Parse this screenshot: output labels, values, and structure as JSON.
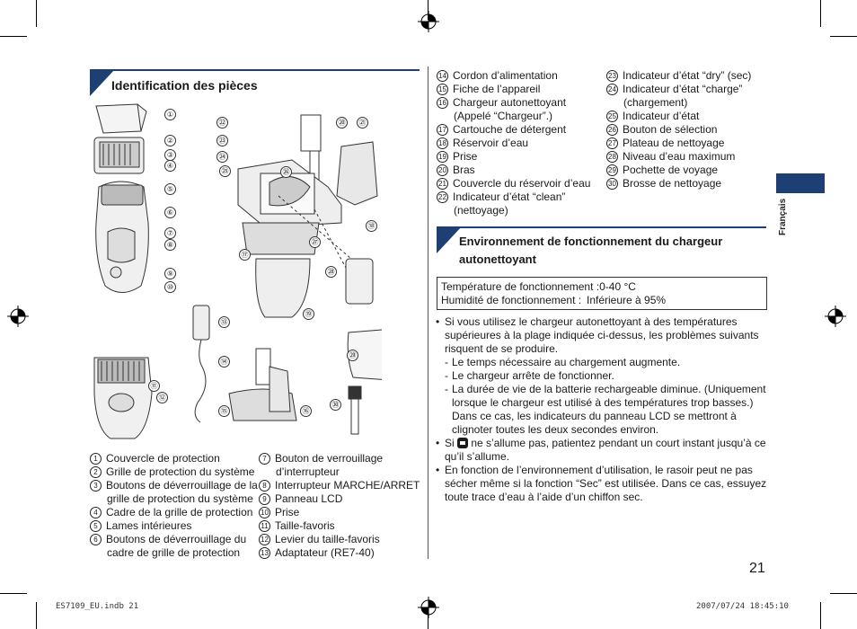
{
  "page": {
    "page_number": "21",
    "language_tab": "Français",
    "accent_color": "#1e3f73",
    "footer_file": "ES7109_EU.indb   21",
    "footer_date": "2007/07/24   18:45:10"
  },
  "identification": {
    "title": "Identification des pièces",
    "figure_callouts": [
      "①",
      "②",
      "③",
      "④",
      "⑤",
      "⑥",
      "⑦",
      "⑧",
      "⑨",
      "⑩",
      "⑪",
      "⑫",
      "⑬",
      "⑭",
      "⑮",
      "⑯",
      "⑰",
      "⑱",
      "⑲",
      "⑳",
      "㉑",
      "㉒",
      "㉓",
      "㉔",
      "㉕",
      "㉖",
      "㉗",
      "㉘",
      "㉙",
      "㉚"
    ],
    "parts_left": [
      {
        "num": "1",
        "lines": [
          "Couvercle de protection"
        ]
      },
      {
        "num": "2",
        "lines": [
          "Grille de protection du système"
        ]
      },
      {
        "num": "3",
        "lines": [
          "Boutons de déverrouillage de la",
          "grille de protection du système"
        ]
      },
      {
        "num": "4",
        "lines": [
          "Cadre de la grille de protection"
        ]
      },
      {
        "num": "5",
        "lines": [
          "Lames intérieures"
        ]
      },
      {
        "num": "6",
        "lines": [
          "Boutons de déverrouillage du",
          "cadre de grille de protection"
        ]
      }
    ],
    "parts_mid": [
      {
        "num": "7",
        "lines": [
          "Bouton de verrouillage",
          "d’interrupteur"
        ]
      },
      {
        "num": "8",
        "lines": [
          "Interrupteur MARCHE/ARRET"
        ]
      },
      {
        "num": "9",
        "lines": [
          "Panneau LCD"
        ]
      },
      {
        "num": "10",
        "lines": [
          "Prise"
        ]
      },
      {
        "num": "11",
        "lines": [
          "Taille-favoris"
        ]
      },
      {
        "num": "12",
        "lines": [
          "Levier du taille-favoris"
        ]
      },
      {
        "num": "13",
        "lines": [
          "Adaptateur (RE7-40)"
        ]
      }
    ],
    "parts_right1": [
      {
        "num": "14",
        "lines": [
          "Cordon d’alimentation"
        ]
      },
      {
        "num": "15",
        "lines": [
          "Fiche de l’appareil"
        ]
      },
      {
        "num": "16",
        "lines": [
          "Chargeur autonettoyant",
          "(Appelé “Chargeur”.)"
        ]
      },
      {
        "num": "17",
        "lines": [
          "Cartouche de détergent"
        ]
      },
      {
        "num": "18",
        "lines": [
          "Réservoir d’eau"
        ]
      },
      {
        "num": "19",
        "lines": [
          "Prise"
        ]
      },
      {
        "num": "20",
        "lines": [
          "Bras"
        ]
      },
      {
        "num": "21",
        "lines": [
          "Couvercle du réservoir d’eau"
        ]
      },
      {
        "num": "22",
        "lines": [
          "Indicateur d’état “clean”",
          "(nettoyage)"
        ]
      }
    ],
    "parts_right2": [
      {
        "num": "23",
        "lines": [
          "Indicateur d’état “dry” (sec)"
        ]
      },
      {
        "num": "24",
        "lines": [
          "Indicateur d’état “charge”",
          "(chargement)"
        ]
      },
      {
        "num": "25",
        "lines": [
          "Indicateur d’état"
        ]
      },
      {
        "num": "26",
        "lines": [
          "Bouton de sélection"
        ]
      },
      {
        "num": "27",
        "lines": [
          "Plateau de nettoyage"
        ]
      },
      {
        "num": "28",
        "lines": [
          "Niveau d’eau maximum"
        ]
      },
      {
        "num": "29",
        "lines": [
          "Pochette de voyage"
        ]
      },
      {
        "num": "30",
        "lines": [
          "Brosse de nettoyage"
        ]
      }
    ]
  },
  "environment": {
    "title_line1": "Environnement de fonctionnement du chargeur",
    "title_line2": "autonettoyant",
    "table_row1": "Température de fonctionnement :0-40 °C",
    "table_row2_label": "Humidité de fonctionnement :",
    "table_row2_value": "Inférieure à 95%",
    "bullet1": "Si vous utilisez le chargeur autonettoyant à des températures supérieures à la plage indiquée ci-dessus, les problèmes suivants risquent de se produire.",
    "sub1": "Le temps nécessaire au chargement augmente.",
    "sub2": "Le chargeur arrête de fonctionner.",
    "sub3": "La durée de vie de la batterie rechargeable diminue. (Uniquement lorsque le chargeur est utilisé à des températures trop basses.) Dans ce cas, les indicateurs du panneau LCD se mettront à clignoter toutes les deux secondes environ.",
    "bullet2_pre": "Si",
    "bullet2_post": "ne s’allume pas, patientez pendant un court instant jusqu’à ce qu’il s’allume.",
    "bullet3": "En fonction de l’environnement d’utilisation, le rasoir peut ne pas sécher même si la fonction “Sec” est utilisée. Dans ce cas, essuyez toute trace d’eau à l’aide d’un chiffon sec."
  }
}
